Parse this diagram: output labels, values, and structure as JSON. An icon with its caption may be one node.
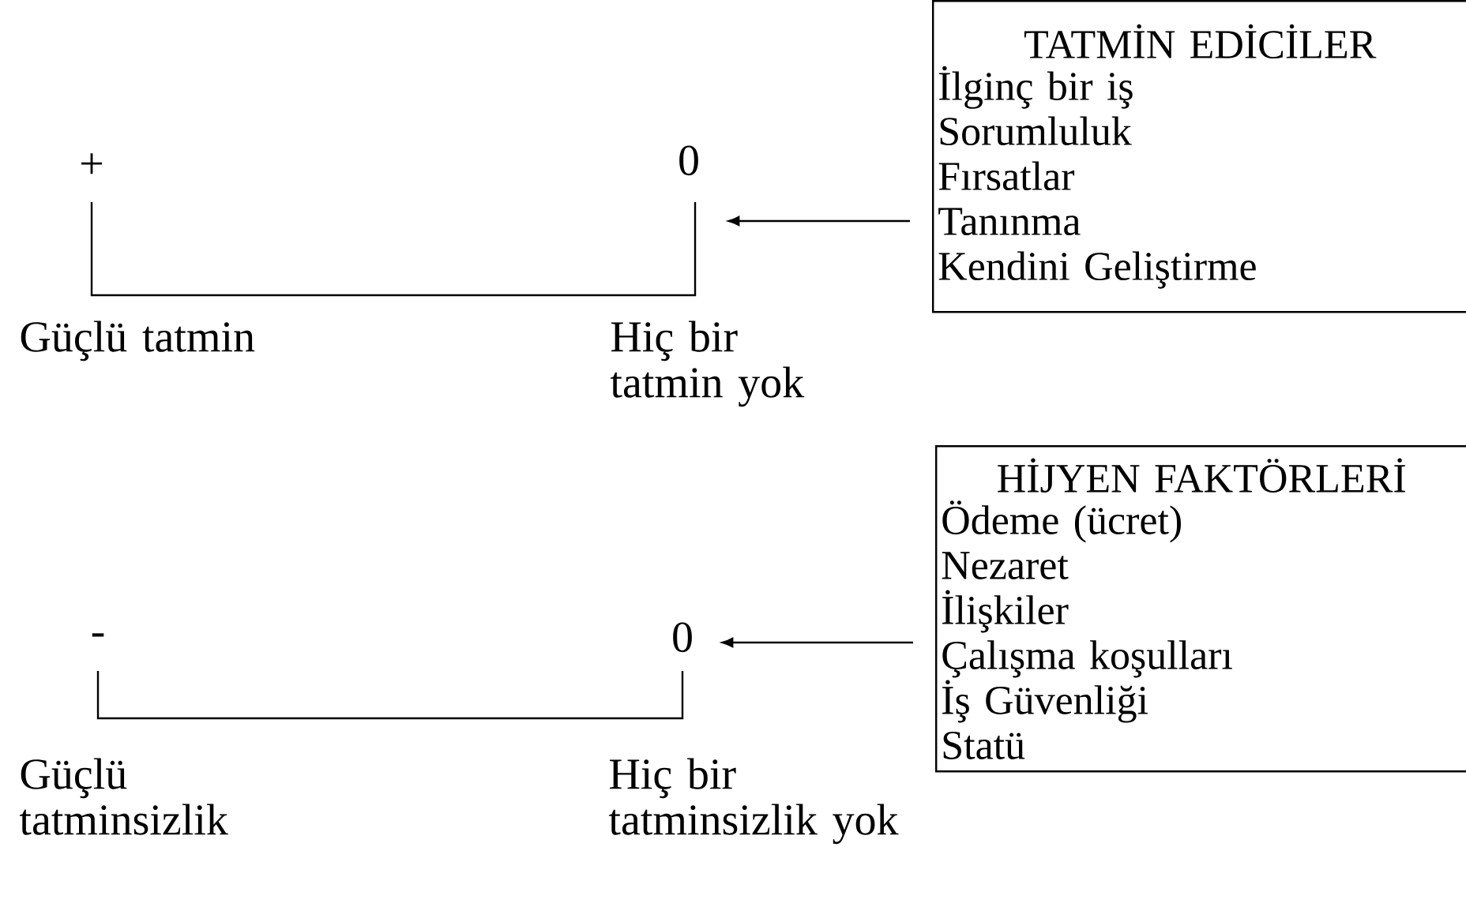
{
  "diagram": {
    "nodes": [
      {
        "text": [
          "TATMİN EDİCİLER",
          "İlginç bir iş",
          "Sorumluluk",
          "Fırsatlar",
          "Tanınma",
          "Kendini Geliştirme"
        ]
      },
      {
        "text": [
          "0"
        ]
      },
      {
        "text": [
          "HİJYEN FAKTÖRLERİ",
          "Ödeme (ücret)",
          "Nezaret",
          "İlişkiler",
          "Çalışma koşulları",
          "İş Güvenliği",
          "Statü"
        ]
      },
      {
        "text": [
          "0"
        ]
      }
    ],
    "edges": [
      {
        "from": 0,
        "to": 1,
        "arrow": "to"
      },
      {
        "from": 2,
        "to": 3,
        "arrow": "to"
      }
    ],
    "labels": [
      "+",
      "Güçlü tatmin",
      "Hiç bir tatmin yok",
      "-",
      "Güçlü tatminsizlik",
      "Hiç bir tatminsizlik yok"
    ]
  }
}
